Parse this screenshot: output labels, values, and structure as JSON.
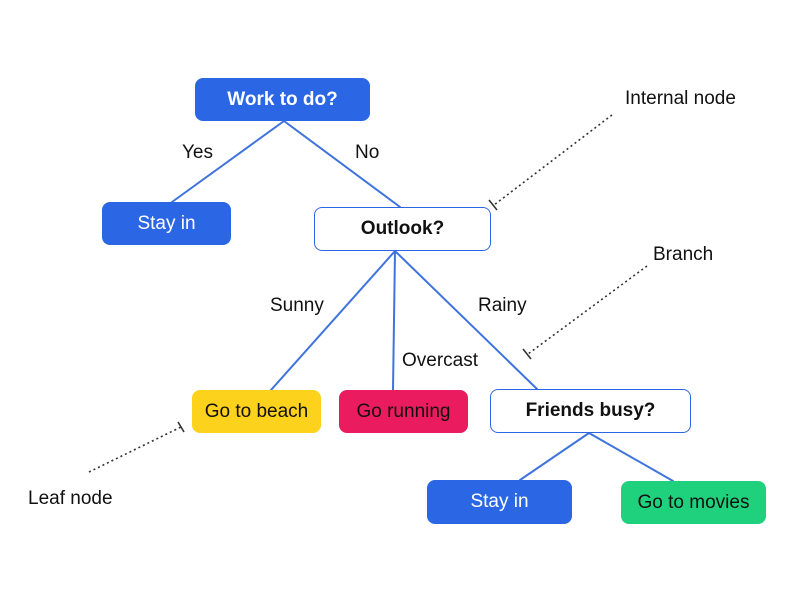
{
  "colors": {
    "edge": "#3f73dd",
    "primary_blue": "#2b67e4",
    "leaf_yellow": "#fcd21d",
    "leaf_pink": "#ea1b5e",
    "leaf_green": "#1fd17d",
    "callout_line": "#333333"
  },
  "nodes": {
    "work": "Work to do?",
    "stay_in_1": "Stay in",
    "outlook": "Outlook?",
    "go_to_beach": "Go to beach",
    "go_running": "Go running",
    "friends_busy": "Friends busy?",
    "stay_in_2": "Stay in",
    "go_to_movies": "Go to movies"
  },
  "branches": {
    "yes": "Yes",
    "no": "No",
    "sunny": "Sunny",
    "overcast": "Overcast",
    "rainy": "Rainy"
  },
  "annotations": {
    "internal_node": "Internal node",
    "branch": "Branch",
    "leaf_node": "Leaf node"
  }
}
